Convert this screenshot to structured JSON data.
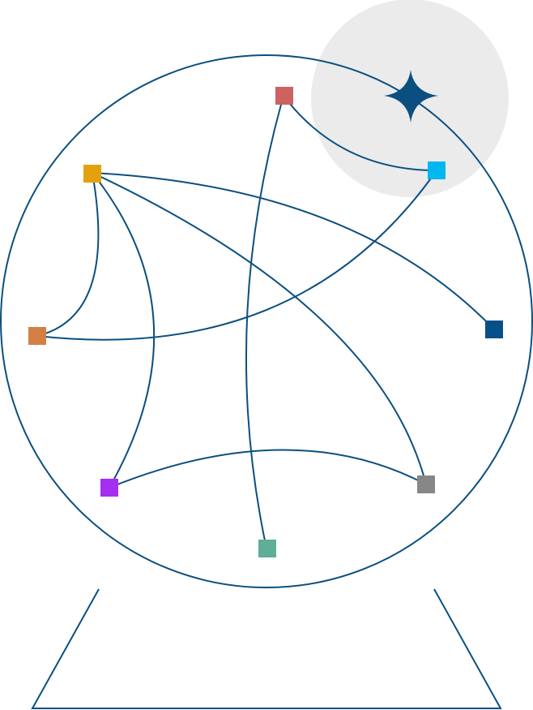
{
  "illustration": {
    "name": "crystal-ball-network",
    "colors": {
      "outline": "#0b4f80",
      "edge": "#0b4f80",
      "highlight_circle": "#ebebeb",
      "sparkle": "#0b4f80"
    },
    "nodes": [
      {
        "id": "red",
        "color": "#cd625f"
      },
      {
        "id": "cyan",
        "color": "#00b7f0"
      },
      {
        "id": "yellow",
        "color": "#e3a20d"
      },
      {
        "id": "navy",
        "color": "#06508a"
      },
      {
        "id": "orange",
        "color": "#d47f45"
      },
      {
        "id": "purple",
        "color": "#a52ff0"
      },
      {
        "id": "gray",
        "color": "#878787"
      },
      {
        "id": "green",
        "color": "#5fae96"
      }
    ],
    "edges": [
      {
        "from": "red",
        "to": "green"
      },
      {
        "from": "red",
        "to": "cyan"
      },
      {
        "from": "yellow",
        "to": "navy"
      },
      {
        "from": "yellow",
        "to": "gray"
      },
      {
        "from": "yellow",
        "to": "orange"
      },
      {
        "from": "yellow",
        "to": "purple"
      },
      {
        "from": "orange",
        "to": "cyan"
      },
      {
        "from": "purple",
        "to": "gray"
      }
    ]
  }
}
